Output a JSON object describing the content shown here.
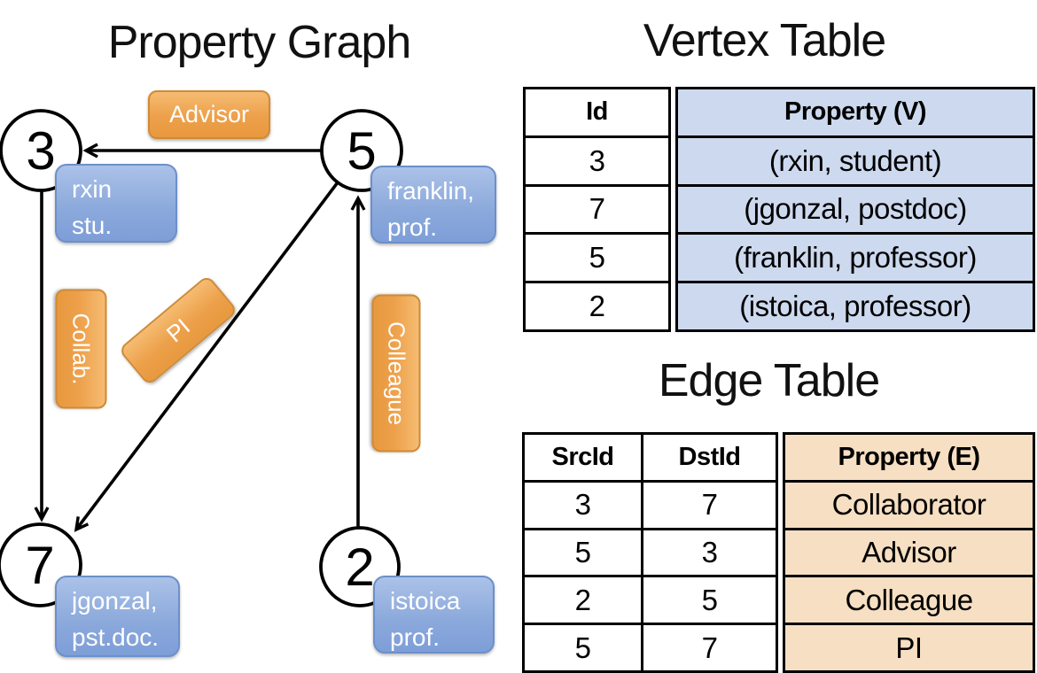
{
  "graph": {
    "title": "Property Graph",
    "nodes": [
      {
        "id": "3",
        "label_line1": "rxin",
        "label_line2": "stu."
      },
      {
        "id": "5",
        "label_line1": "franklin,",
        "label_line2": "prof."
      },
      {
        "id": "7",
        "label_line1": "jgonzal,",
        "label_line2": "pst.doc."
      },
      {
        "id": "2",
        "label_line1": "istoica",
        "label_line2": "prof."
      }
    ],
    "edge_labels": {
      "advisor": "Advisor",
      "collab": "Collab.",
      "pi": "PI",
      "colleague": "Colleague"
    }
  },
  "vertex_table": {
    "title": "Vertex Table",
    "headers": {
      "id": "Id",
      "property": "Property (V)"
    },
    "rows": [
      {
        "id": "3",
        "property": "(rxin, student)"
      },
      {
        "id": "7",
        "property": "(jgonzal, postdoc)"
      },
      {
        "id": "5",
        "property": "(franklin, professor)"
      },
      {
        "id": "2",
        "property": "(istoica, professor)"
      }
    ]
  },
  "edge_table": {
    "title": "Edge Table",
    "headers": {
      "src": "SrcId",
      "dst": "DstId",
      "property": "Property (E)"
    },
    "rows": [
      {
        "src": "3",
        "dst": "7",
        "property": "Collaborator"
      },
      {
        "src": "5",
        "dst": "3",
        "property": "Advisor"
      },
      {
        "src": "2",
        "dst": "5",
        "property": "Colleague"
      },
      {
        "src": "5",
        "dst": "7",
        "property": "PI"
      }
    ]
  },
  "colors": {
    "vertex_property_fill": "#cdd9ee",
    "edge_property_fill": "#f6dfc2",
    "edge_label_orange": "#eda04a",
    "node_label_blue": "#8aa8db",
    "line_black": "#000000"
  }
}
